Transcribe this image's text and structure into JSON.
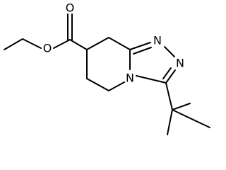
{
  "molecule": {
    "atoms": {
      "o_carbonyl": "O",
      "o_ester": "O",
      "n_ring": "N",
      "n_upper": "N",
      "n_right": "N"
    }
  }
}
